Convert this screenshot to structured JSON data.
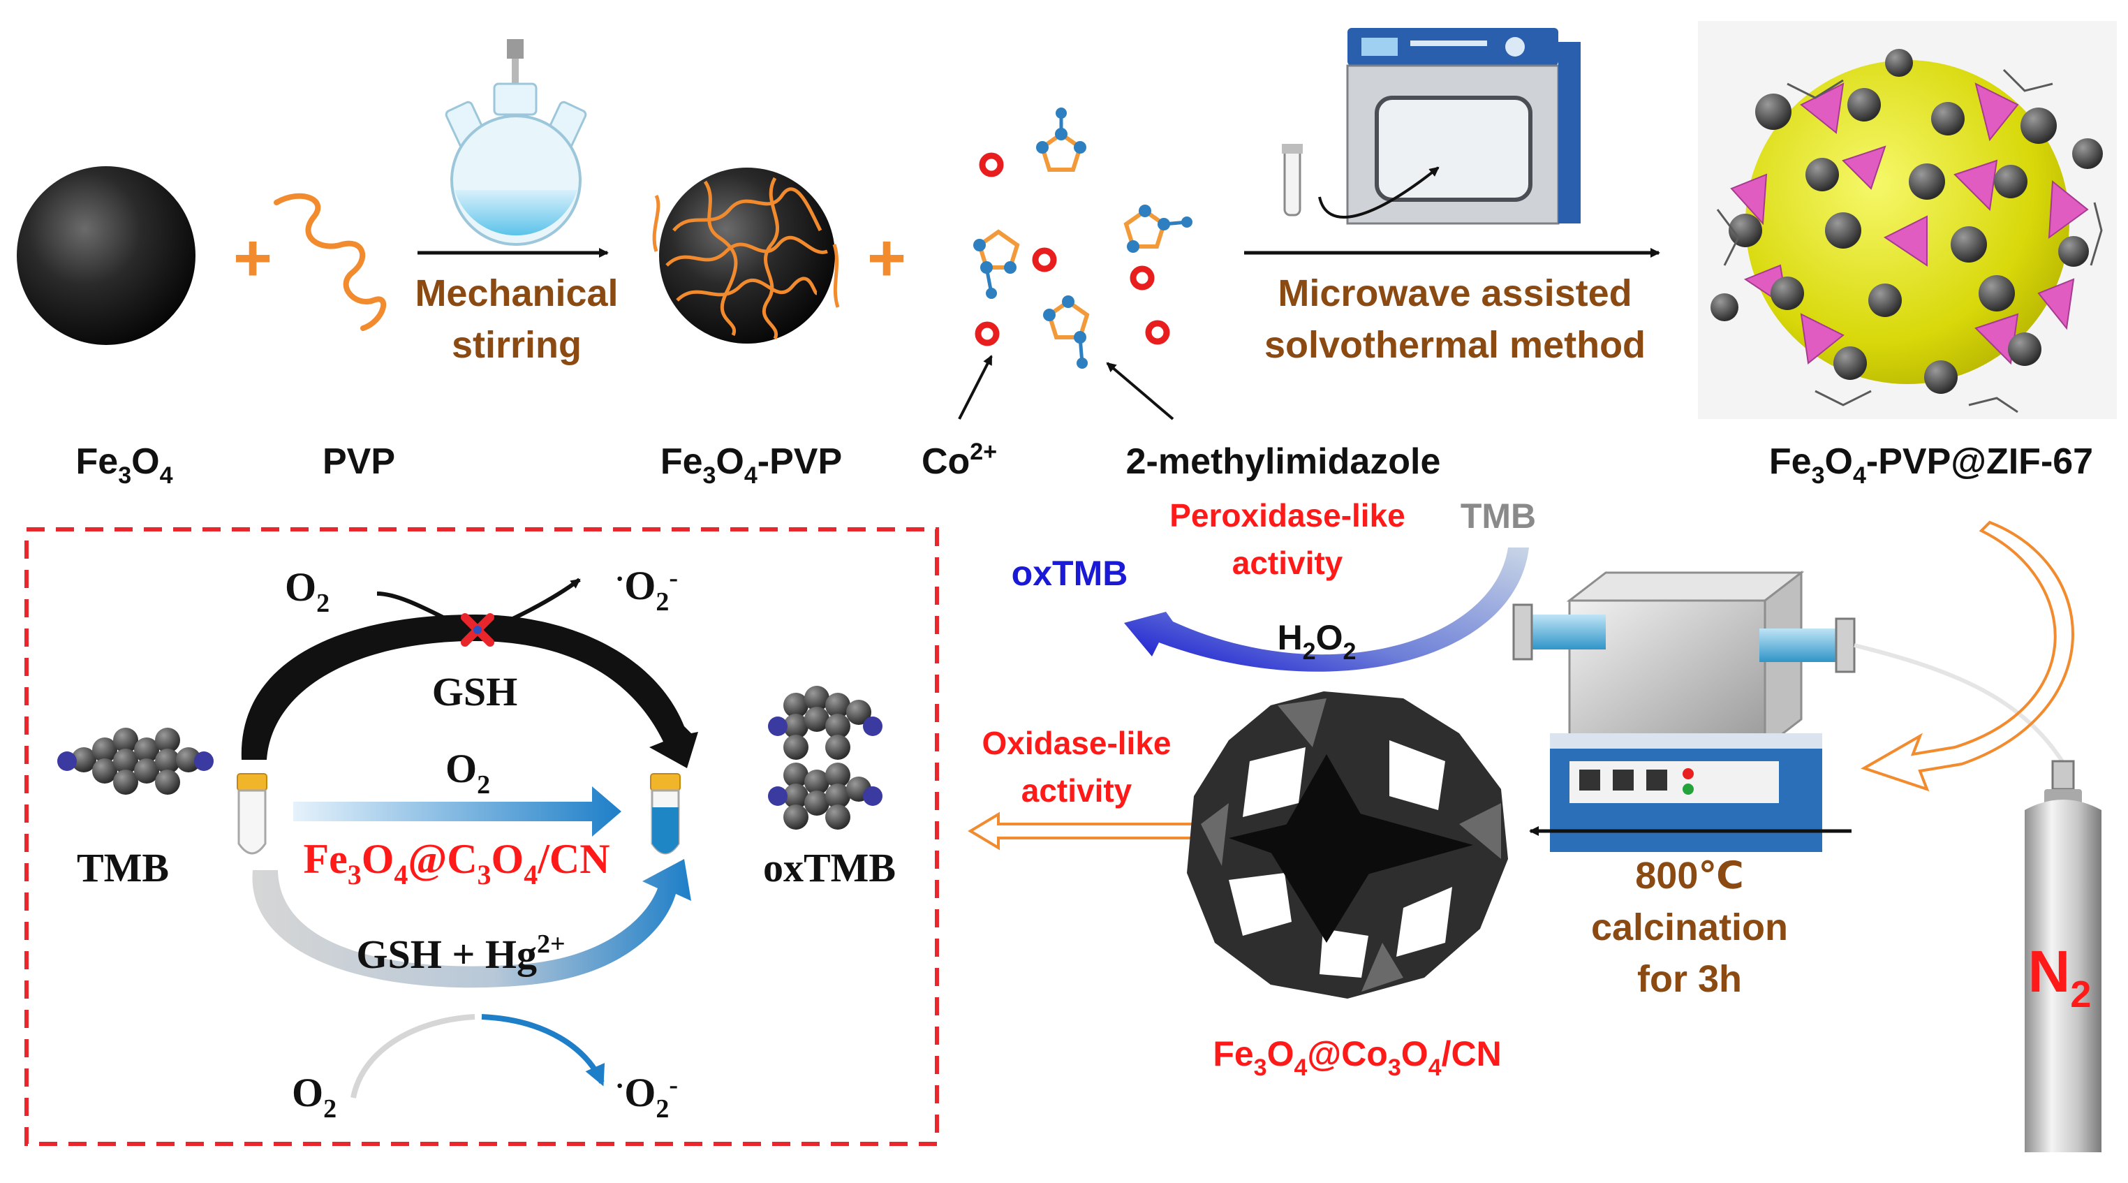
{
  "colors": {
    "brown": "#8a4a12",
    "red": "#ff1a1a",
    "blue": "#1a1ad6",
    "gray": "#8a8a8a",
    "orange": "#f28a2e",
    "black": "#111111",
    "dashed_box": "#e8262b"
  },
  "top_row": {
    "fe3o4": {
      "main": "Fe",
      "sub1": "3",
      "mid": "O",
      "sub2": "4"
    },
    "pvp": "PVP",
    "fe3o4_pvp": {
      "main": "Fe",
      "sub1": "3",
      "mid": "O",
      "sub2": "4",
      "tail": "-PVP"
    },
    "co_ion": {
      "main": "Co",
      "sup": "2+"
    },
    "ligand": "2-methylimidazole",
    "zif": {
      "main": "Fe",
      "sub1": "3",
      "mid": "O",
      "sub2": "4",
      "tail": "-PVP@ZIF-67"
    },
    "plus": "+",
    "mechanical_line1": "Mechanical",
    "mechanical_line2": "stirring",
    "microwave_line1": "Microwave assisted",
    "microwave_line2": "solvothermal method"
  },
  "middle": {
    "peroxidase_line1": "Peroxidase-like",
    "peroxidase_line2": "activity",
    "tmb": "TMB",
    "oxtmb": "oxTMB",
    "h2o2": {
      "a": "H",
      "s1": "2",
      "b": "O",
      "s2": "2"
    },
    "oxidase_line1": "Oxidase-like",
    "oxidase_line2": "activity",
    "product": {
      "a": "Fe",
      "s1": "3",
      "b": "O",
      "s2": "4",
      "c": "@Co",
      "s3": "3",
      "d": "O",
      "s4": "4",
      "e": "/CN"
    },
    "calc_line1": "800℃",
    "calc_line2": "calcination",
    "calc_line3": "for 3h",
    "n2": {
      "main": "N",
      "sub": "2"
    }
  },
  "box": {
    "o2_top_left": {
      "main": "O",
      "sub": "2"
    },
    "o2_top_right": {
      "dot": "·",
      "main": "O",
      "sub": "2",
      "sup": "-"
    },
    "gsh": "GSH",
    "o2_center": {
      "main": "O",
      "sub": "2"
    },
    "catalyst": {
      "a": "Fe",
      "s1": "3",
      "b": "O",
      "s2": "4",
      "c": "@C",
      "s3": "3",
      "d": "O",
      "s4": "4",
      "e": "/CN"
    },
    "gsh_hg": {
      "main": "GSH + Hg",
      "sup": "2+"
    },
    "o2_bottom_left": {
      "main": "O",
      "sub": "2"
    },
    "o2_bottom_right": {
      "dot": "·",
      "main": "O",
      "sub": "2",
      "sup": "-"
    },
    "tmb": "TMB",
    "oxtmb": "oxTMB"
  }
}
